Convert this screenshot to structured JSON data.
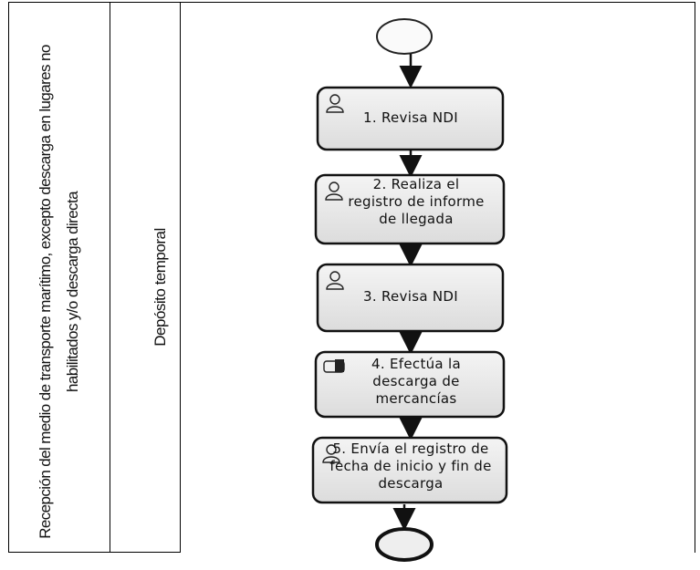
{
  "pool": {
    "label": "Recepción del medio de transporte marítimo, excepto descarga en lugares no habilitados y/o descarga directa"
  },
  "lane": {
    "label": "Depósito temporal"
  },
  "tasks": [
    {
      "label": "1. Revisa NDI",
      "icon": "user-icon"
    },
    {
      "label": "2. Realiza el registro de informe de llegada",
      "icon": "user-icon"
    },
    {
      "label": "3. Revisa NDI",
      "icon": "user-icon"
    },
    {
      "label": "4. Efectúa la descarga de mercancías",
      "icon": "manual-task-icon"
    },
    {
      "label": "5. Envía el registro de fecha de inicio y fin de descarga",
      "icon": "user-icon"
    }
  ]
}
